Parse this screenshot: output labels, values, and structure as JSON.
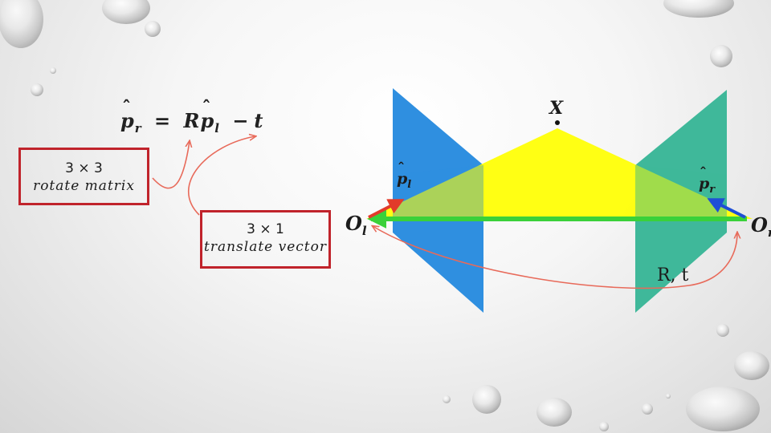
{
  "equation": {
    "lhs_symbol": "p",
    "lhs_sub": "r",
    "equals": "=",
    "rotation_symbol": "R",
    "rhs_symbol": "p",
    "rhs_sub": "l",
    "minus": "−",
    "translation_symbol": "t"
  },
  "rotate_box": {
    "line1": "3 × 3",
    "line2": "rotate matrix"
  },
  "translate_box": {
    "line1": "3 × 1",
    "line2": "translate vector"
  },
  "diagram": {
    "point_label": "X",
    "left_origin": "O",
    "left_origin_sub": "l",
    "right_origin": "O",
    "right_origin_sub": "r",
    "left_proj": "p",
    "left_proj_sub": "l",
    "right_proj": "p",
    "right_proj_sub": "r",
    "transform_label": "R, t"
  },
  "colors": {
    "left_plane": "#2f8fe0",
    "right_plane": "#3fb89a",
    "triangle": "#ffff00",
    "baseline": "#3ad13a",
    "left_arrow": "#e23a2a",
    "right_arrow": "#1f4fd6",
    "annotation": "#e86a5a",
    "box_border": "#c0232b"
  }
}
